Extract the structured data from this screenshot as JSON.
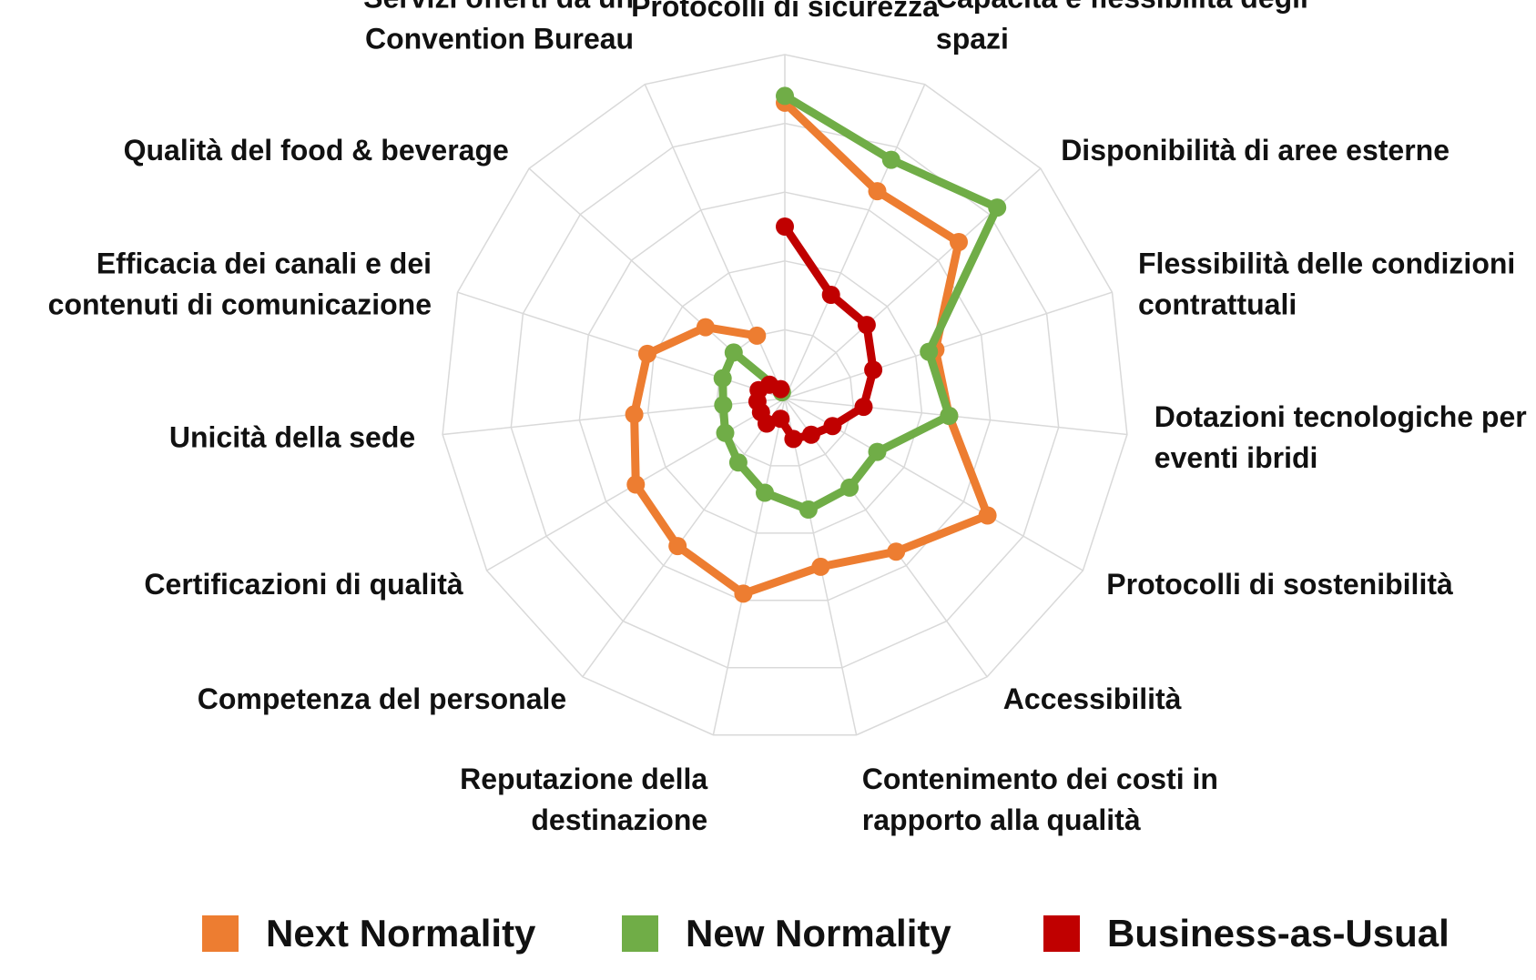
{
  "chart_data": {
    "type": "radar",
    "title": "",
    "grid": true,
    "legend_position": "bottom",
    "rlim": [
      0,
      5
    ],
    "ring_count": 5,
    "categories": [
      "Protocolli di sicurezza",
      "Capacità e flessibilità degli spazi",
      "Disponibilità di aree esterne",
      "Flessibilità delle condizioni contrattuali",
      "Dotazioni tecnologiche per eventi ibridi",
      "Protocolli di sostenibilità",
      "Accessibilità",
      "Contenimento dei costi in rapporto alla qualità",
      "Reputazione della destinazione",
      "Competenza del personale",
      "Certificazioni di qualità",
      "Unicità della sede",
      "Efficacia dei canali e dei contenuti di comunicazione",
      "Qualità del food & beverage",
      "Servizi offerti da un Convention Bureau"
    ],
    "category_label_lines": [
      [
        "Protocolli di sicurezza"
      ],
      [
        "Capacità e flessibilità degli",
        "spazi"
      ],
      [
        "Disponibilità di aree esterne"
      ],
      [
        "Flessibilità delle condizioni",
        "contrattuali"
      ],
      [
        "Dotazioni tecnologiche per",
        "eventi ibridi"
      ],
      [
        "Protocolli di sostenibilità"
      ],
      [
        "Accessibilità"
      ],
      [
        "Contenimento dei costi in",
        "rapporto alla qualità"
      ],
      [
        "Reputazione della",
        "destinazione"
      ],
      [
        "Competenza del personale"
      ],
      [
        "Certificazioni di qualità"
      ],
      [
        "Unicità della sede"
      ],
      [
        "Efficacia dei canali e dei",
        "contenuti di comunicazione"
      ],
      [
        "Qualità del food & beverage"
      ],
      [
        "Servizi offerti da un",
        "Convention Bureau"
      ]
    ],
    "series": [
      {
        "name": "Next Normality",
        "color": "#ED7D31",
        "values": [
          4.3,
          3.3,
          3.4,
          2.3,
          2.4,
          3.4,
          2.75,
          2.5,
          2.9,
          2.65,
          2.5,
          2.2,
          2.1,
          1.55,
          1.0
        ]
      },
      {
        "name": "New Normality",
        "color": "#70AD47",
        "values": [
          4.4,
          3.8,
          4.15,
          2.2,
          2.4,
          1.55,
          1.6,
          1.65,
          1.4,
          1.15,
          1.0,
          0.9,
          0.95,
          1.0,
          0.1
        ]
      },
      {
        "name": "Business-as-Usual",
        "color": "#C00000",
        "values": [
          2.5,
          1.65,
          1.6,
          1.35,
          1.15,
          0.8,
          0.65,
          0.6,
          0.3,
          0.45,
          0.4,
          0.4,
          0.4,
          0.3,
          0.15
        ]
      }
    ]
  }
}
